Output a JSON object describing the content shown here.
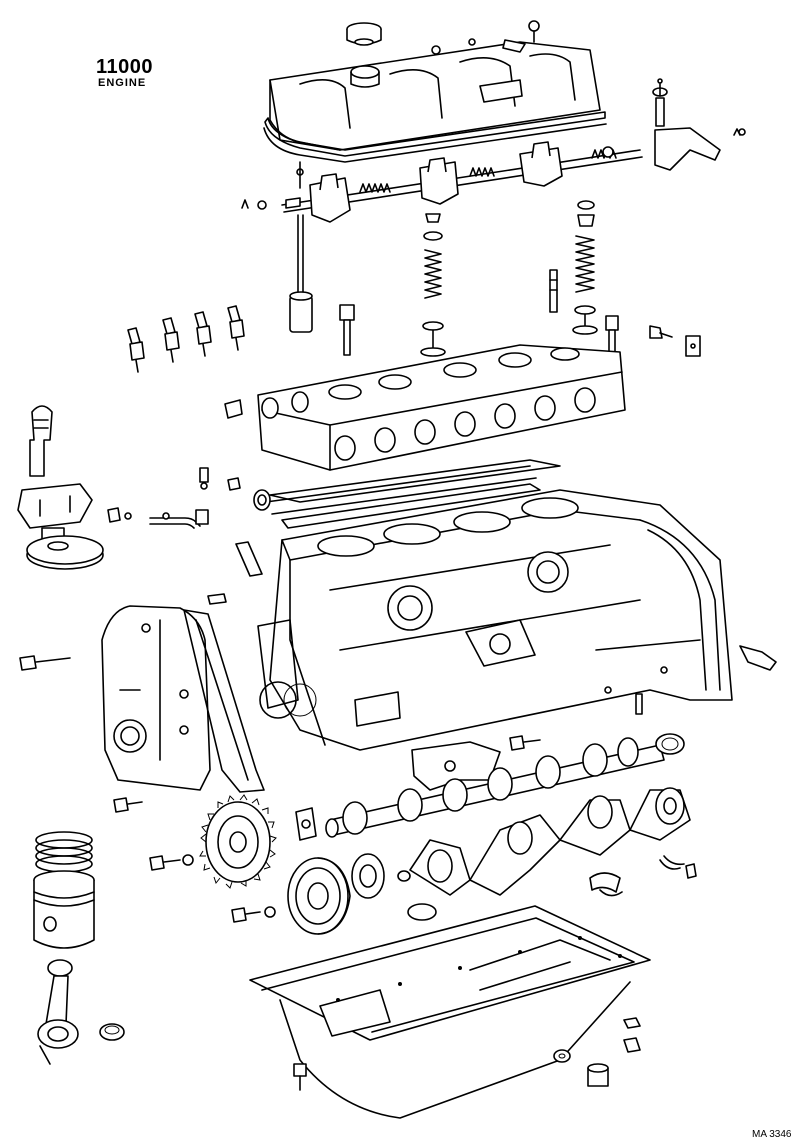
{
  "diagram": {
    "code": "11000",
    "title": "ENGINE",
    "ref": "MA 3346"
  }
}
